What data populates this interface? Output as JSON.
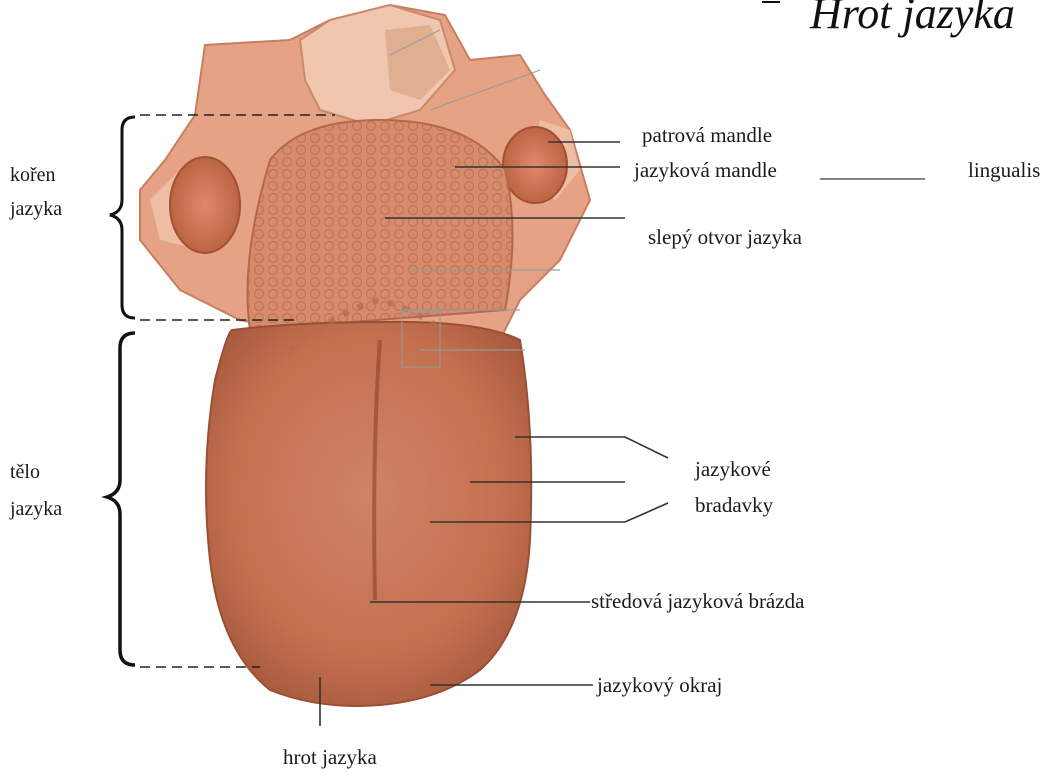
{
  "title": "Hrot jazyka",
  "labels": {
    "patrova_mandle": "patrová mandle",
    "jazykova_mandle": "jazyková mandle",
    "lingualis_blank": "__________",
    "lingualis": "lingualis",
    "slepy_otvor": "slepý otvor jazyka",
    "jazykove": "jazykové",
    "bradavky": "bradavky",
    "stredova_brazda": "středová jazyková brázda",
    "jazykovy_okraj": "jazykový okraj",
    "hrot_jazyka": "hrot jazyka"
  },
  "side_labels": {
    "koren_line1": "kořen",
    "koren_line2": "jazyka",
    "telo_line1": "tělo",
    "telo_line2": "jazyka"
  },
  "colors": {
    "tongue": "#c8785a",
    "tongue_dark": "#a85a3e",
    "tissue": "#e8a98c",
    "line": "#333333"
  }
}
